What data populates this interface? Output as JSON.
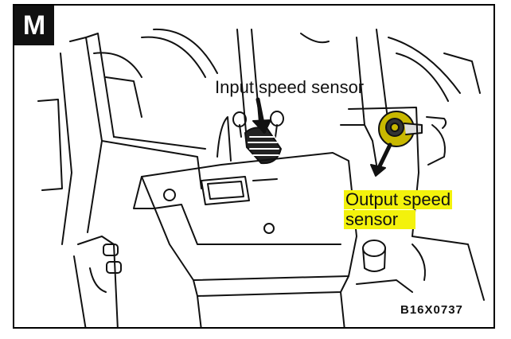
{
  "badge": "M",
  "labels": {
    "input_sensor": "Input speed sensor",
    "output_sensor_line1": "Output speed",
    "output_sensor_line2": "sensor"
  },
  "figure_code": "B16X0737",
  "colors": {
    "highlight": "#f3f20c",
    "ink": "#111111",
    "background": "#ffffff"
  }
}
